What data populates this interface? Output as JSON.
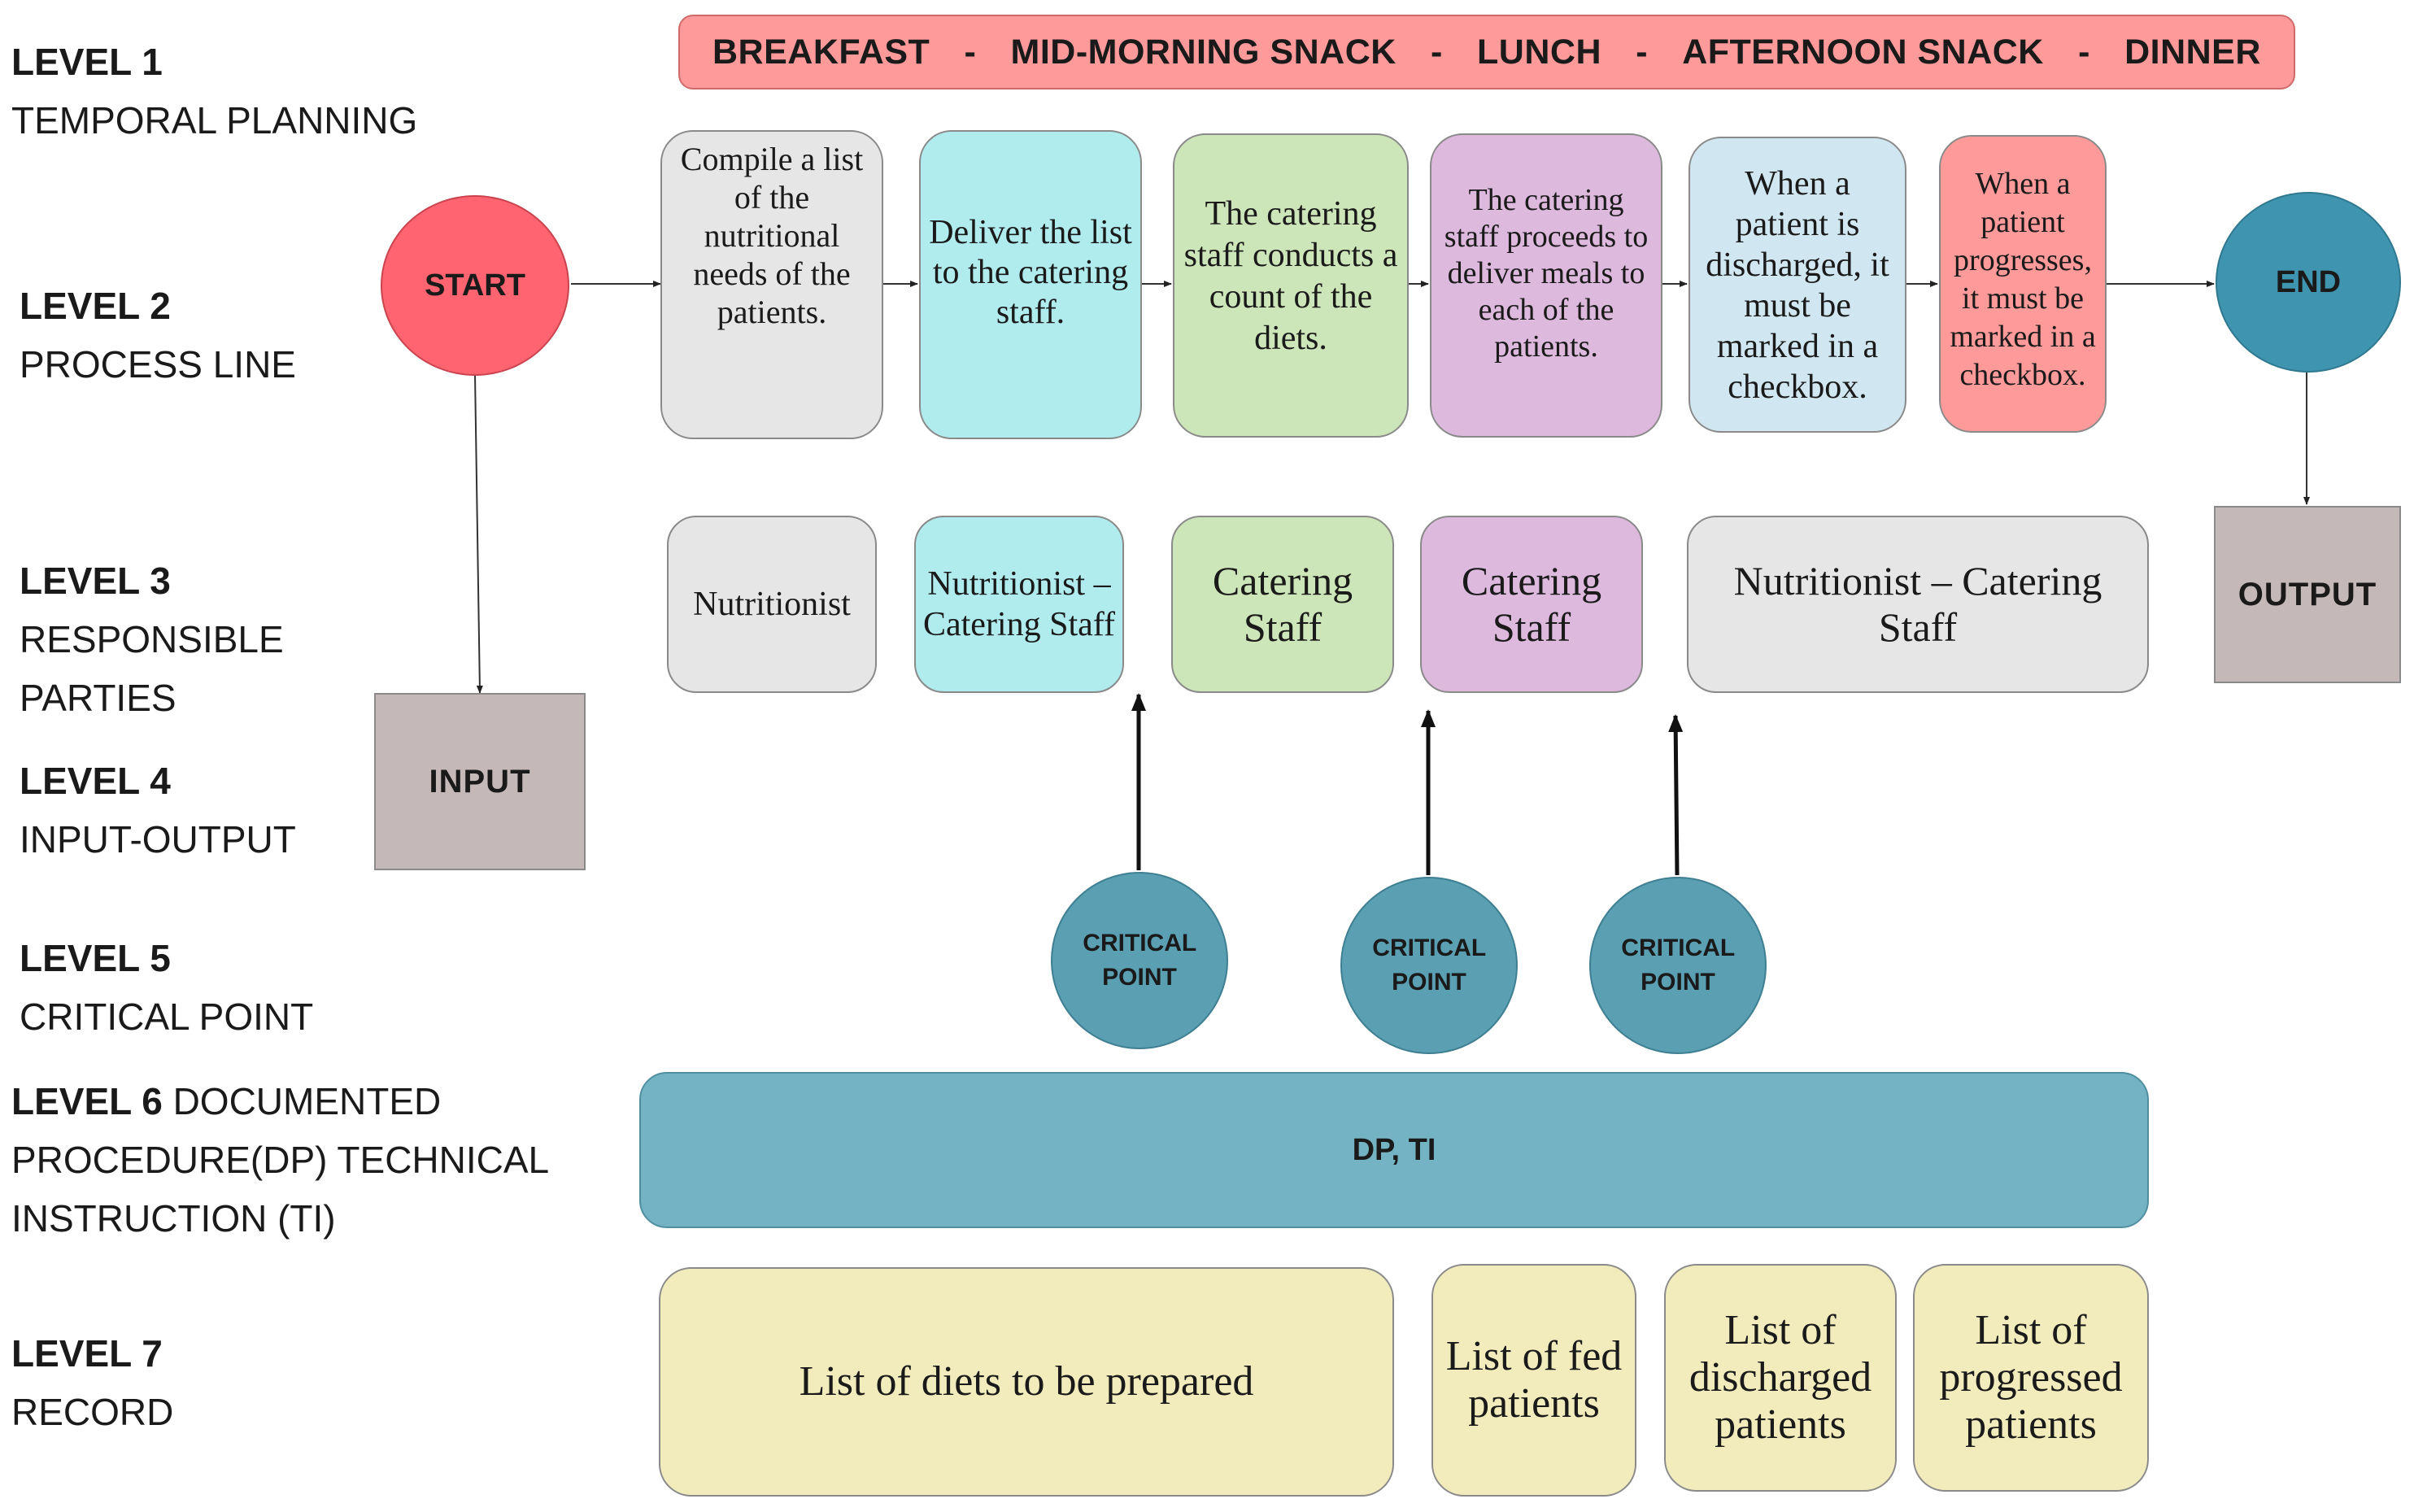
{
  "levels": [
    {
      "number": "LEVEL 1",
      "description": "TEMPORAL PLANNING"
    },
    {
      "number": "LEVEL 2",
      "description": "PROCESS LINE"
    },
    {
      "number": "LEVEL 3",
      "description_line1": "RESPONSIBLE",
      "description_line2": "PARTIES"
    },
    {
      "number": "LEVEL 4",
      "description": "INPUT-OUTPUT"
    },
    {
      "number": "LEVEL 5",
      "description": "CRITICAL POINT"
    },
    {
      "number": "LEVEL 6",
      "description_line1": "DOCUMENTED",
      "description_line2": "PROCEDURE(DP) TECHNICAL",
      "description_line3": "INSTRUCTION (TI)"
    },
    {
      "number": "LEVEL 7",
      "description": "RECORD"
    }
  ],
  "meals": [
    "BREAKFAST",
    "-",
    "MID-MORNING SNACK",
    "-",
    "LUNCH",
    "-",
    "AFTERNOON SNACK",
    "-",
    "DINNER"
  ],
  "start_label": "START",
  "end_label": "END",
  "input_label": "INPUT",
  "output_label": "OUTPUT",
  "process_steps": [
    "Compile a list of the nutritional needs of the patients.",
    "Deliver the list to the catering staff.",
    "The catering staff conducts a count of the diets.",
    "The catering staff proceeds to deliver meals to each of the patients.",
    "When a patient is discharged, it must be marked in a checkbox.",
    "When a patient progresses, it must be marked in a checkbox."
  ],
  "responsible_parties": [
    "Nutritionist",
    "Nutritionist – Catering Staff",
    "Catering Staff",
    "Catering Staff",
    "Nutritionist – Catering Staff"
  ],
  "critical_points": [
    "CRITICAL POINT",
    "CRITICAL POINT",
    "CRITICAL POINT"
  ],
  "documented_procedure": "DP, TI",
  "records": [
    "List of diets to be prepared",
    "List of fed patients",
    "List of discharged patients",
    "List of progressed patients"
  ],
  "colors": {
    "start": "#ff6470",
    "end": "#3f95b0",
    "meals_bar": "#ff9a9a",
    "critical_point": "#5a9fb2",
    "dp_bar": "#74b3c3",
    "io_box": "#c4b8b8",
    "record": "#f2ecbd",
    "step_grey": "#e6e6e6",
    "step_cyan": "#b0ebee",
    "step_green": "#cde6b9",
    "step_purple": "#ddb9dd",
    "step_blue": "#d0e6f1",
    "step_red": "#ff9a9a"
  }
}
